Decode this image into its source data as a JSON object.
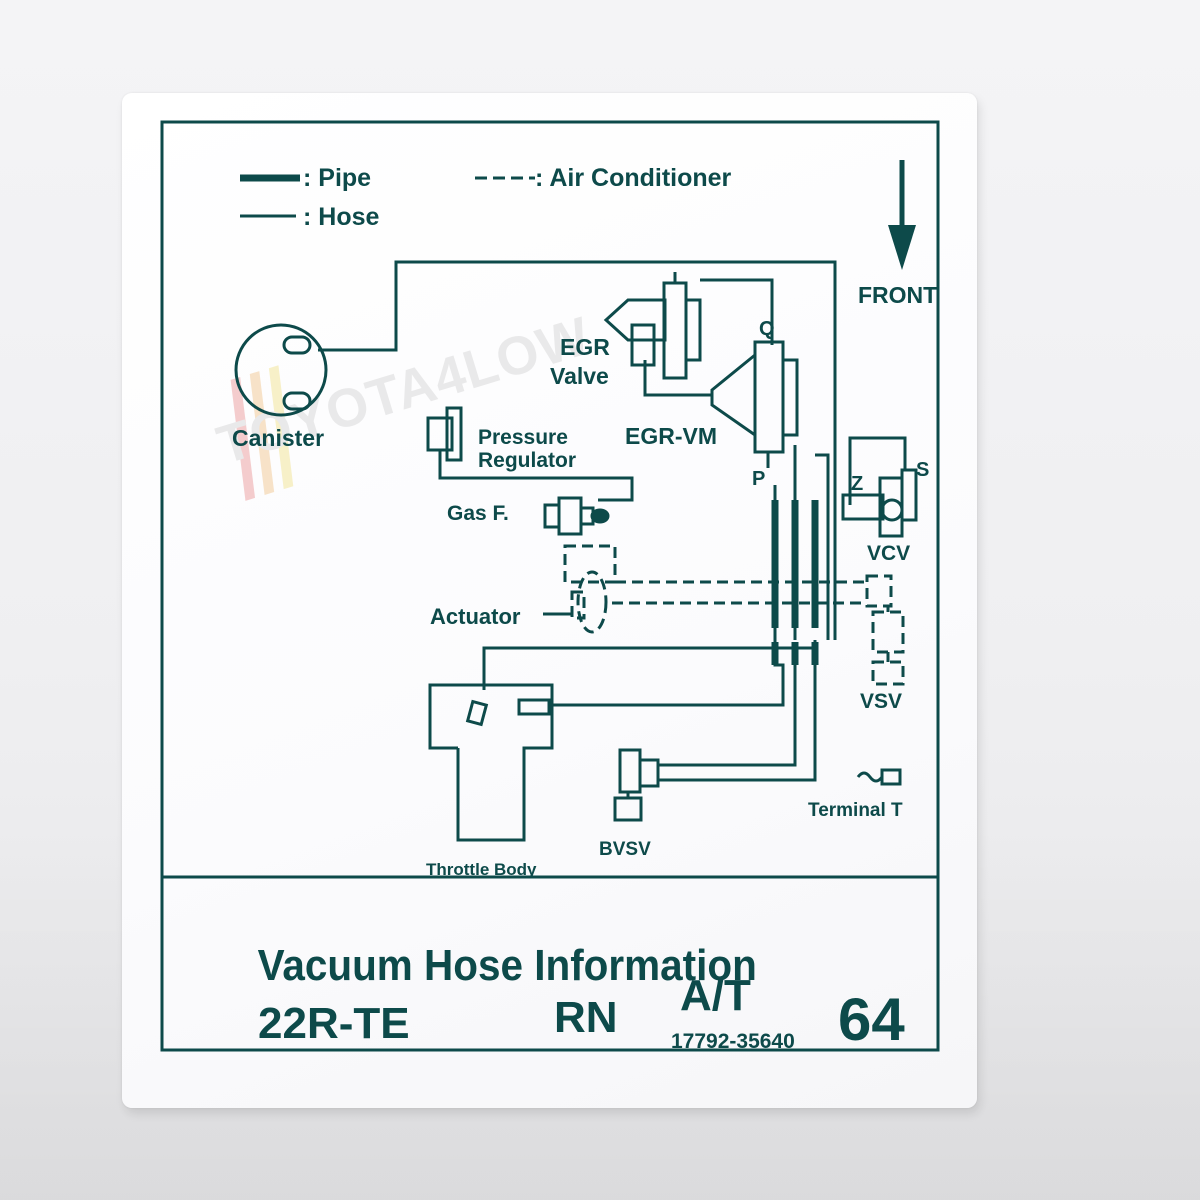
{
  "legend": {
    "pipe_label": ": Pipe",
    "hose_label": ": Hose",
    "ac_label": ": Air Conditioner"
  },
  "front_label": "FRONT",
  "components": {
    "canister": "Canister",
    "egr_valve_line1": "EGR",
    "egr_valve_line2": "Valve",
    "egr_vm": "EGR-VM",
    "port_q": "Q",
    "port_p": "P",
    "pressure_regulator_line1": "Pressure",
    "pressure_regulator_line2": "Regulator",
    "gas_filter": "Gas  F.",
    "port_z": "Z",
    "port_s": "S",
    "vcv": "VCV",
    "actuator": "Actuator",
    "vsv": "VSV",
    "terminal_t": "Terminal  T",
    "bvsv": "BVSV",
    "throttle_body": "Throttle Body"
  },
  "footer": {
    "title": "Vacuum Hose Information",
    "engine": "22R-TE",
    "model": "RN",
    "transmission": "A/T",
    "part_number": "17792-35640",
    "label_number": "64"
  },
  "watermark": "TOYOTA4LOW",
  "colors": {
    "ink": "#0d4a4a",
    "card": "#fbfbfd"
  }
}
